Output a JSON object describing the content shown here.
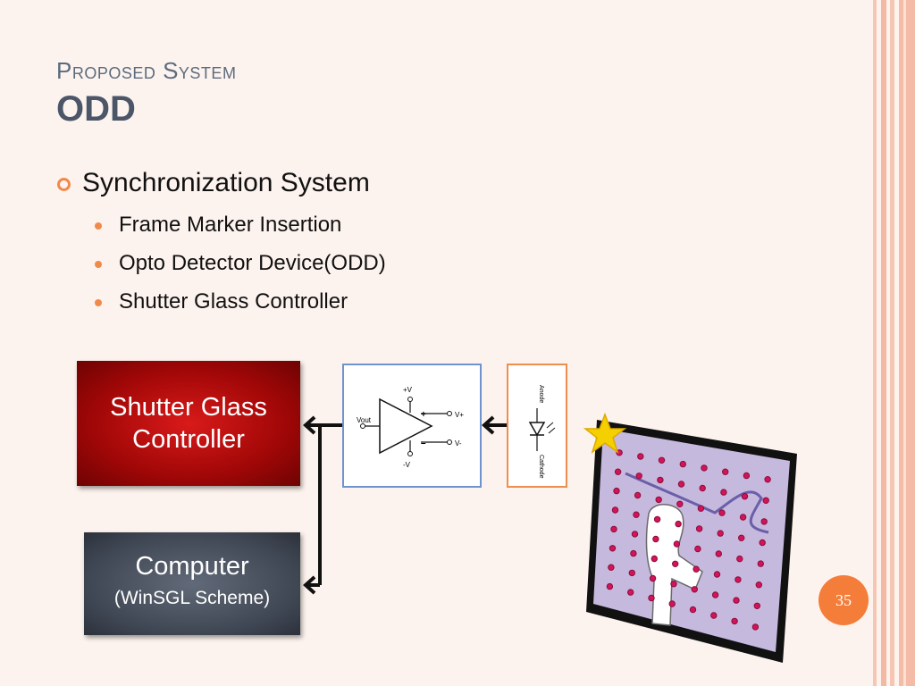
{
  "slide": {
    "title_line1": "Proposed System",
    "title_line2": "ODD",
    "bullet": "Synchronization System",
    "subbullets": [
      "Frame Marker Insertion",
      "Opto Detector Device(ODD)",
      "Shutter Glass Controller"
    ],
    "page_number": "35"
  },
  "diagram": {
    "shutter_label": "Shutter Glass Controller",
    "computer_label": "Computer",
    "computer_sublabel": "(WinSGL Scheme)",
    "opamp": {
      "in_label": "Vout",
      "plus_v": "+V",
      "minus_v": "-V",
      "plus_in": "+",
      "minus_in": "–",
      "v_plus": "V+",
      "v_minus": "V-"
    },
    "diode": {
      "anode": "Anode",
      "cathode": "Cathode"
    }
  },
  "colors": {
    "accent": "#f08a4b",
    "title": "#5b6b7d",
    "shutter_box": "#b50c0c",
    "computer_box": "#4a515d",
    "opamp_border": "#6e93cf",
    "diode_border": "#ee8d4d",
    "screen_fill": "#c6b9de",
    "dots": "#d4145a",
    "star": "#f5d000"
  },
  "icons": [
    "bullet-circle-icon",
    "bullet-dot-icon",
    "arrow-left-icon",
    "star-icon",
    "photodiode-icon",
    "opamp-icon"
  ]
}
